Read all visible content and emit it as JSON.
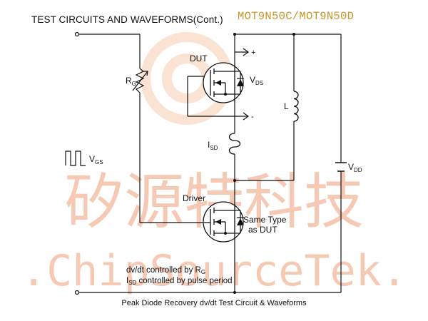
{
  "header": {
    "title": "TEST CIRCUITS AND WAVEFORMS(Cont.)",
    "part_number": "MOT9N50C/MOT9N50D"
  },
  "watermark": {
    "chinese": "矽源特科技",
    "english": ".ChipSourceTek."
  },
  "labels": {
    "dut": "DUT",
    "rg_main": "R",
    "rg_sub": "G",
    "vds_main": "V",
    "vds_sub": "DS",
    "plus": "+",
    "minus": "-",
    "inductor": "L",
    "isd_main": "I",
    "isd_sub": "SD",
    "vgs_main": "V",
    "vgs_sub": "GS",
    "vdd_main": "V",
    "vdd_sub": "DD",
    "driver": "Driver",
    "same_type_line1": "Same Type",
    "same_type_line2": "as DUT",
    "note1_main": "dv/dt controlled by R",
    "note1_sub": "G",
    "note2_main": "I",
    "note2_sub": "SD",
    "note2_rest": " controlled by pulse period"
  },
  "caption": "Peak Diode Recovery dv/dt Test Circuit & Waveforms",
  "colors": {
    "ink": "#111111",
    "part_number": "#c8962a",
    "watermark": "#f6c9b5",
    "watermark_ring": "#fbe3d4"
  }
}
